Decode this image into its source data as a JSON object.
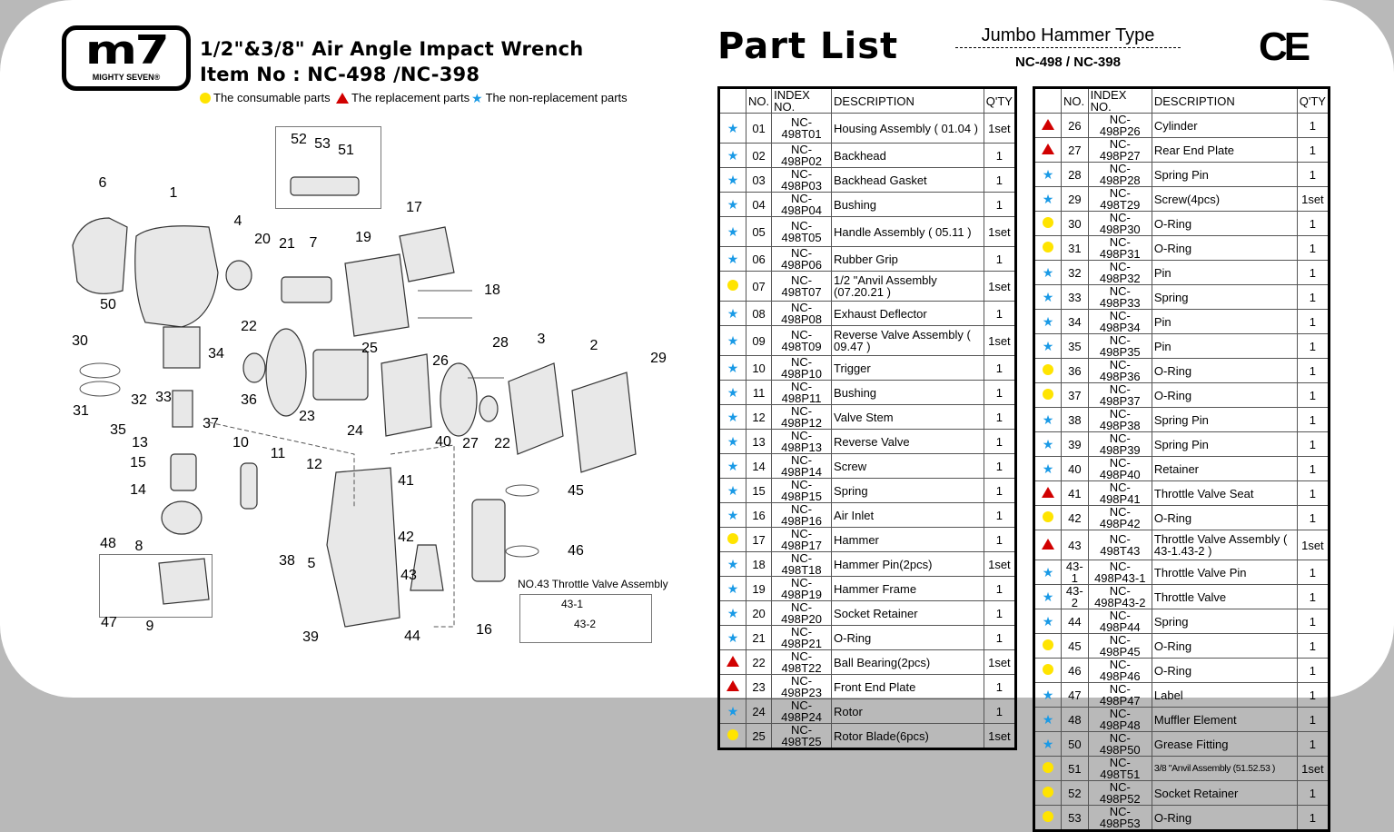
{
  "header": {
    "logo_text": "m7",
    "logo_sub": "MIGHTY SEVEN®",
    "title": "1/2\"&3/8\" Air Angle Impact Wrench",
    "item_no": "Item No : NC-498 /NC-398"
  },
  "legend": {
    "consumable": "The consumable parts",
    "replacement": "The replacement parts",
    "non_replacement": "The non-replacement parts"
  },
  "colors": {
    "consumable": "#ffe400",
    "replacement": "#d10000",
    "non_replacement": "#1a9ae6"
  },
  "part_list": {
    "title": "Part List",
    "subtitle": "Jumbo Hammer Type",
    "models": "NC-498 / NC-398",
    "ce_mark": "CE"
  },
  "columns": [
    "NO.",
    "INDEX NO.",
    "DESCRIPTION",
    "Q'TY"
  ],
  "diagram": {
    "callouts": [
      "6",
      "1",
      "4",
      "20",
      "21",
      "7",
      "19",
      "17",
      "18",
      "50",
      "30",
      "22",
      "34",
      "25",
      "28",
      "3",
      "2",
      "29",
      "26",
      "31",
      "32",
      "33",
      "36",
      "35",
      "13",
      "37",
      "23",
      "24",
      "27",
      "22",
      "40",
      "15",
      "10",
      "11",
      "12",
      "41",
      "45",
      "14",
      "42",
      "46",
      "48",
      "8",
      "38",
      "5",
      "43",
      "16",
      "47",
      "9",
      "39",
      "44",
      "52",
      "53",
      "51"
    ],
    "throttle_title": "NO.43 Throttle Valve Assembly",
    "throttle_labels": [
      "43-1",
      "43-2"
    ]
  },
  "left_table": [
    {
      "type": "s",
      "no": "01",
      "index": "NC-498T01",
      "desc": "Housing Assembly ( 01.04 )",
      "qty": "1set",
      "tall": 1
    },
    {
      "type": "s",
      "no": "02",
      "index": "NC-498P02",
      "desc": "Backhead",
      "qty": "1"
    },
    {
      "type": "s",
      "no": "03",
      "index": "NC-498P03",
      "desc": "Backhead Gasket",
      "qty": "1"
    },
    {
      "type": "s",
      "no": "04",
      "index": "NC-498P04",
      "desc": "Bushing",
      "qty": "1"
    },
    {
      "type": "s",
      "no": "05",
      "index": "NC-498T05",
      "desc": "Handle Assembly ( 05.11 )",
      "qty": "1set",
      "tall": 1
    },
    {
      "type": "s",
      "no": "06",
      "index": "NC-498P06",
      "desc": "Rubber Grip",
      "qty": "1"
    },
    {
      "type": "c",
      "no": "07",
      "index": "NC-498T07",
      "desc": "1/2 \"Anvil Assembly (07.20.21 )",
      "qty": "1set",
      "tall": 1
    },
    {
      "type": "s",
      "no": "08",
      "index": "NC-498P08",
      "desc": "Exhaust Deflector",
      "qty": "1"
    },
    {
      "type": "s",
      "no": "09",
      "index": "NC-498T09",
      "desc": "Reverse Valve Assembly ( 09.47 )",
      "qty": "1set",
      "tall": 1
    },
    {
      "type": "s",
      "no": "10",
      "index": "NC-498P10",
      "desc": "Trigger",
      "qty": "1"
    },
    {
      "type": "s",
      "no": "11",
      "index": "NC-498P11",
      "desc": "Bushing",
      "qty": "1"
    },
    {
      "type": "s",
      "no": "12",
      "index": "NC-498P12",
      "desc": "Valve Stem",
      "qty": "1"
    },
    {
      "type": "s",
      "no": "13",
      "index": "NC-498P13",
      "desc": "Reverse Valve",
      "qty": "1"
    },
    {
      "type": "s",
      "no": "14",
      "index": "NC-498P14",
      "desc": "Screw",
      "qty": "1"
    },
    {
      "type": "s",
      "no": "15",
      "index": "NC-498P15",
      "desc": "Spring",
      "qty": "1"
    },
    {
      "type": "s",
      "no": "16",
      "index": "NC-498P16",
      "desc": "Air Inlet",
      "qty": "1"
    },
    {
      "type": "c",
      "no": "17",
      "index": "NC-498P17",
      "desc": "Hammer",
      "qty": "1"
    },
    {
      "type": "s",
      "no": "18",
      "index": "NC-498T18",
      "desc": "Hammer Pin(2pcs)",
      "qty": "1set"
    },
    {
      "type": "s",
      "no": "19",
      "index": "NC-498P19",
      "desc": "Hammer Frame",
      "qty": "1"
    },
    {
      "type": "s",
      "no": "20",
      "index": "NC-498P20",
      "desc": "Socket Retainer",
      "qty": "1"
    },
    {
      "type": "s",
      "no": "21",
      "index": "NC-498P21",
      "desc": "O-Ring",
      "qty": "1"
    },
    {
      "type": "t",
      "no": "22",
      "index": "NC-498T22",
      "desc": "Ball Bearing(2pcs)",
      "qty": "1set"
    },
    {
      "type": "t",
      "no": "23",
      "index": "NC-498P23",
      "desc": "Front End Plate",
      "qty": "1"
    },
    {
      "type": "s",
      "no": "24",
      "index": "NC-498P24",
      "desc": "Rotor",
      "qty": "1"
    },
    {
      "type": "c",
      "no": "25",
      "index": "NC-498T25",
      "desc": "Rotor Blade(6pcs)",
      "qty": "1set"
    }
  ],
  "right_table": [
    {
      "type": "t",
      "no": "26",
      "index": "NC-498P26",
      "desc": "Cylinder",
      "qty": "1"
    },
    {
      "type": "t",
      "no": "27",
      "index": "NC-498P27",
      "desc": "Rear End Plate",
      "qty": "1"
    },
    {
      "type": "s",
      "no": "28",
      "index": "NC-498P28",
      "desc": "Spring Pin",
      "qty": "1"
    },
    {
      "type": "s",
      "no": "29",
      "index": "NC-498T29",
      "desc": "Screw(4pcs)",
      "qty": "1set"
    },
    {
      "type": "c",
      "no": "30",
      "index": "NC-498P30",
      "desc": "O-Ring",
      "qty": "1"
    },
    {
      "type": "c",
      "no": "31",
      "index": "NC-498P31",
      "desc": "O-Ring",
      "qty": "1"
    },
    {
      "type": "s",
      "no": "32",
      "index": "NC-498P32",
      "desc": "Pin",
      "qty": "1"
    },
    {
      "type": "s",
      "no": "33",
      "index": "NC-498P33",
      "desc": "Spring",
      "qty": "1"
    },
    {
      "type": "s",
      "no": "34",
      "index": "NC-498P34",
      "desc": "Pin",
      "qty": "1"
    },
    {
      "type": "s",
      "no": "35",
      "index": "NC-498P35",
      "desc": "Pin",
      "qty": "1"
    },
    {
      "type": "c",
      "no": "36",
      "index": "NC-498P36",
      "desc": "O-Ring",
      "qty": "1"
    },
    {
      "type": "c",
      "no": "37",
      "index": "NC-498P37",
      "desc": "O-Ring",
      "qty": "1"
    },
    {
      "type": "s",
      "no": "38",
      "index": "NC-498P38",
      "desc": "Spring Pin",
      "qty": "1"
    },
    {
      "type": "s",
      "no": "39",
      "index": "NC-498P39",
      "desc": "Spring Pin",
      "qty": "1"
    },
    {
      "type": "s",
      "no": "40",
      "index": "NC-498P40",
      "desc": "Retainer",
      "qty": "1"
    },
    {
      "type": "t",
      "no": "41",
      "index": "NC-498P41",
      "desc": "Throttle Valve Seat",
      "qty": "1"
    },
    {
      "type": "c",
      "no": "42",
      "index": "NC-498P42",
      "desc": "O-Ring",
      "qty": "1"
    },
    {
      "type": "t",
      "no": "43",
      "index": "NC-498T43",
      "desc": "Throttle Valve Assembly ( 43-1.43-2 )",
      "qty": "1set",
      "tall": 1
    },
    {
      "type": "s",
      "no": "43-1",
      "index": "NC-498P43-1",
      "desc": "Throttle Valve Pin",
      "qty": "1"
    },
    {
      "type": "s",
      "no": "43-2",
      "index": "NC-498P43-2",
      "desc": "Throttle Valve",
      "qty": "1",
      "mid": 1
    },
    {
      "type": "s",
      "no": "44",
      "index": "NC-498P44",
      "desc": "Spring",
      "qty": "1",
      "big": 1
    },
    {
      "type": "c",
      "no": "45",
      "index": "NC-498P45",
      "desc": "O-Ring",
      "qty": "1",
      "big": 1
    },
    {
      "type": "c",
      "no": "46",
      "index": "NC-498P46",
      "desc": "O-Ring",
      "qty": "1",
      "big": 1
    },
    {
      "type": "s",
      "no": "47",
      "index": "NC-498P47",
      "desc": "Label",
      "qty": "1",
      "big": 1
    },
    {
      "type": "s",
      "no": "48",
      "index": "NC-498P48",
      "desc": "Muffler Element",
      "qty": "1",
      "big": 1
    },
    {
      "type": "s",
      "no": "50",
      "index": "NC-498P50",
      "desc": "Grease Fitting",
      "qty": "1",
      "big": 1
    },
    {
      "type": "c",
      "no": "51",
      "index": "NC-498T51",
      "desc": "3/8 \"Anvil Assembly (51.52.53 )",
      "qty": "1set",
      "big": 1
    },
    {
      "type": "c",
      "no": "52",
      "index": "NC-498P52",
      "desc": "Socket Retainer",
      "qty": "1",
      "big": 1
    },
    {
      "type": "c",
      "no": "53",
      "index": "NC-498P53",
      "desc": "O-Ring",
      "qty": "1",
      "big": 1
    }
  ]
}
